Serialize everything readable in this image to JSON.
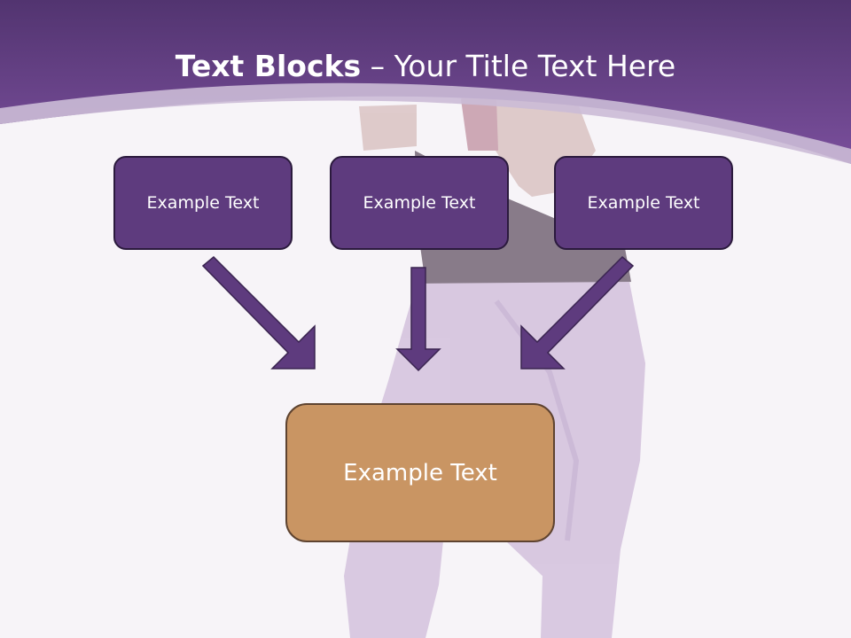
{
  "title": {
    "bold": "Text Blocks",
    "dash": "–",
    "rest": "Your Title Text Here"
  },
  "boxes": {
    "top": [
      "Example Text",
      "Example Text",
      "Example Text"
    ],
    "bottom": "Example Text"
  },
  "colors": {
    "header_purple": "#6a4590",
    "box_purple": "#5e3b7e",
    "box_orange": "#c99563",
    "arrow": "#5e3b7e"
  },
  "background_image": "faded-woman-purple-jeans"
}
